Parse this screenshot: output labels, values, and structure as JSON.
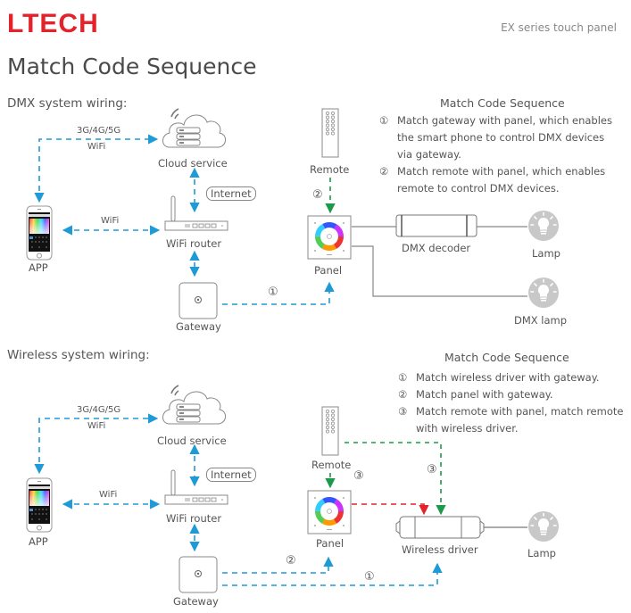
{
  "header": {
    "logo": "LTECH",
    "series": "EX series touch panel",
    "title": "Match Code Sequence"
  },
  "colors": {
    "brand": "#e3222b",
    "wifi_link": "#1e9ad6",
    "remote_link": "#1a9a4a",
    "panel_link": "#e3222b",
    "wire": "#777777"
  },
  "dmx": {
    "section_title": "DMX system wiring:",
    "labels": {
      "cellular_top": "3G/4G/5G",
      "cellular_bottom": "WiFi",
      "cloud": "Cloud service",
      "internet": "Internet",
      "wifi": "WiFi",
      "router": "WiFi router",
      "app": "APP",
      "gateway": "Gateway",
      "remote": "Remote",
      "panel": "Panel",
      "decoder": "DMX decoder",
      "lamp": "Lamp",
      "dmx_lamp": "DMX lamp",
      "step1_marker": "①",
      "step2_marker": "②"
    },
    "sequence": {
      "title": "Match Code Sequence",
      "steps": [
        {
          "num": "①",
          "lines": [
            "Match  gateway with panel, which enables",
            "the smart phone to control DMX devices",
            "via gateway."
          ]
        },
        {
          "num": "②",
          "lines": [
            "Match remote with panel, which enables",
            "remote to control DMX devices."
          ]
        }
      ]
    }
  },
  "wireless": {
    "section_title": "Wireless system wiring:",
    "labels": {
      "cellular_top": "3G/4G/5G",
      "cellular_bottom": "WiFi",
      "cloud": "Cloud service",
      "internet": "Internet",
      "wifi": "WiFi",
      "router": "WiFi router",
      "app": "APP",
      "gateway": "Gateway",
      "remote": "Remote",
      "panel": "Panel",
      "driver": "Wireless driver",
      "lamp": "Lamp",
      "step1_marker": "①",
      "step2_marker": "②",
      "step3_marker_a": "③",
      "step3_marker_b": "③"
    },
    "sequence": {
      "title": "Match Code Sequence",
      "steps": [
        {
          "num": "①",
          "lines": [
            "Match wireless driver with gateway."
          ]
        },
        {
          "num": "②",
          "lines": [
            "Match panel with gateway."
          ]
        },
        {
          "num": "③",
          "lines": [
            "Match remote with panel, match remote",
            "with wireless driver."
          ]
        }
      ]
    }
  }
}
